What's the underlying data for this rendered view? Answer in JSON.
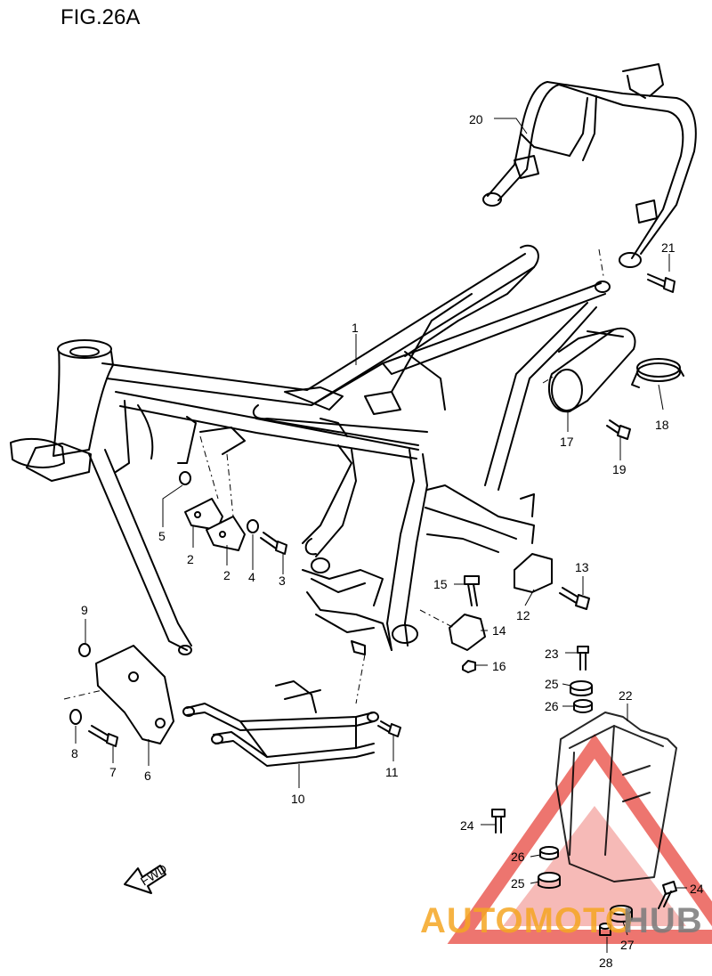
{
  "figure": {
    "title": "FIG.26A",
    "fwd_label": "FWD"
  },
  "callouts": [
    {
      "id": "c1",
      "text": "1"
    },
    {
      "id": "c2a",
      "text": "2"
    },
    {
      "id": "c2b",
      "text": "2"
    },
    {
      "id": "c3",
      "text": "3"
    },
    {
      "id": "c4",
      "text": "4"
    },
    {
      "id": "c5",
      "text": "5"
    },
    {
      "id": "c6",
      "text": "6"
    },
    {
      "id": "c7",
      "text": "7"
    },
    {
      "id": "c8",
      "text": "8"
    },
    {
      "id": "c9",
      "text": "9"
    },
    {
      "id": "c10",
      "text": "10"
    },
    {
      "id": "c11",
      "text": "11"
    },
    {
      "id": "c12",
      "text": "12"
    },
    {
      "id": "c13",
      "text": "13"
    },
    {
      "id": "c14",
      "text": "14"
    },
    {
      "id": "c15",
      "text": "15"
    },
    {
      "id": "c16",
      "text": "16"
    },
    {
      "id": "c17",
      "text": "17"
    },
    {
      "id": "c18",
      "text": "18"
    },
    {
      "id": "c19",
      "text": "19"
    },
    {
      "id": "c20",
      "text": "20"
    },
    {
      "id": "c21",
      "text": "21"
    },
    {
      "id": "c22",
      "text": "22"
    },
    {
      "id": "c23",
      "text": "23"
    },
    {
      "id": "c24a",
      "text": "24"
    },
    {
      "id": "c24b",
      "text": "24"
    },
    {
      "id": "c25a",
      "text": "25"
    },
    {
      "id": "c25b",
      "text": "25"
    },
    {
      "id": "c26a",
      "text": "26"
    },
    {
      "id": "c26b",
      "text": "26"
    },
    {
      "id": "c27",
      "text": "27"
    },
    {
      "id": "c28",
      "text": "28"
    }
  ],
  "watermark": {
    "part1": "AUTOMOTO",
    "part2": "HUB",
    "color_orange": "#f5a623",
    "color_red": "#e8483f",
    "color_gray": "#7a7a7a"
  }
}
